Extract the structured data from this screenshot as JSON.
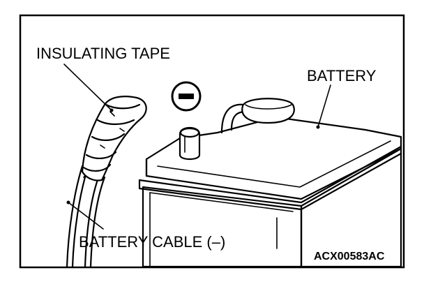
{
  "labels": {
    "insulating_tape": "INSULATING TAPE",
    "battery": "BATTERY",
    "battery_cable": "BATTERY CABLE (–)",
    "figure_code": "ACX00583AC"
  },
  "symbols": {
    "negative_terminal": "negative-sign-icon"
  }
}
